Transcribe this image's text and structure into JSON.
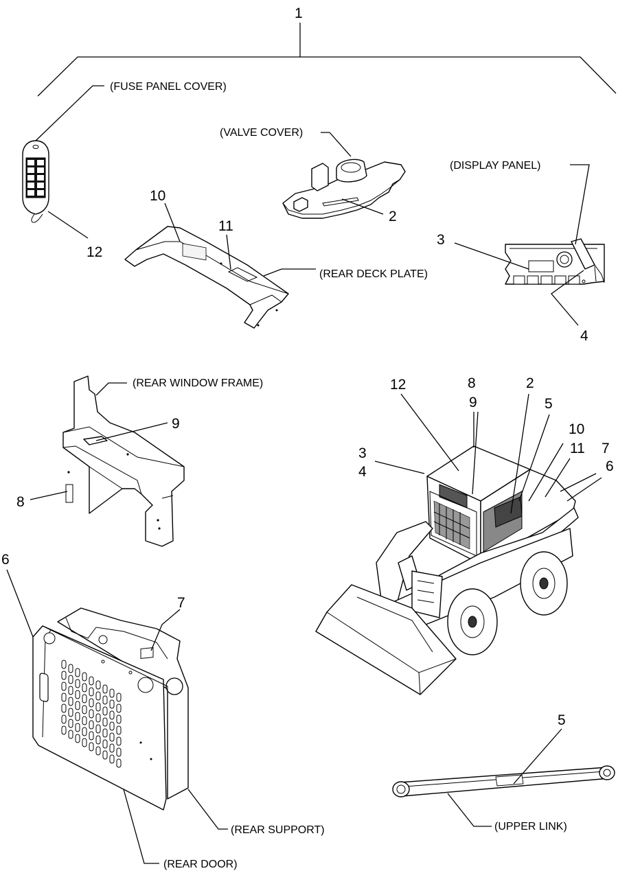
{
  "callouts": {
    "c1": "1",
    "c2_valve": "2",
    "c3_display": "3",
    "c4_display": "4",
    "c5_link": "5",
    "c6_door": "6",
    "c7_support": "7",
    "c8_frame": "8",
    "c9_frame": "9",
    "c10_deck": "10",
    "c11_deck": "11",
    "c12_fuse": "12",
    "m12": "12",
    "m8": "8",
    "m9": "9",
    "m2": "2",
    "m5": "5",
    "m10": "10",
    "m11": "11",
    "m7": "7",
    "m6": "6",
    "m3": "3",
    "m4": "4"
  },
  "captions": {
    "fuse_panel_cover": "(FUSE  PANEL  COVER)",
    "valve_cover": "(VALVE COVER)",
    "display_panel": "(DISPLAY PANEL)",
    "rear_deck_plate": "(REAR DECK PLATE)",
    "rear_window_frame": "(REAR WINDOW   FRAME)",
    "rear_support": "(REAR SUPPORT)",
    "rear_door": "(REAR DOOR)",
    "upper_link": "(UPPER LINK)"
  }
}
